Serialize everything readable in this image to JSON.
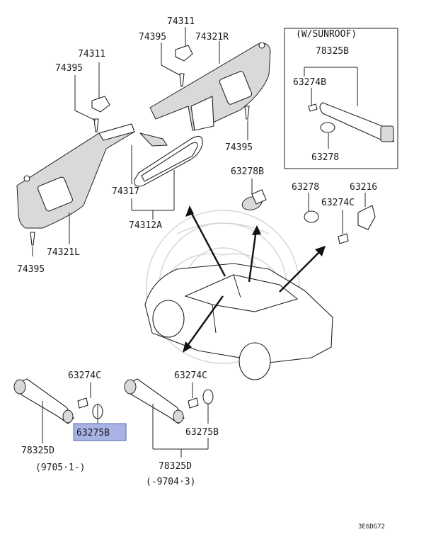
{
  "diagram": {
    "sunroof_box": {
      "label": "(W/SUNROOF)",
      "items": [
        "78325B",
        "63274B",
        "63278"
      ]
    },
    "labels": {
      "p74311_left": "74311",
      "p74395_left": "74395",
      "p74311_right": "74311",
      "p74395_right_top": "74395",
      "p74321R": "74321R",
      "p74395_right": "74395",
      "p74317": "74317",
      "p74312A": "74312A",
      "p74321L": "74321L",
      "p74395_bottom": "74395",
      "p63278B": "63278B",
      "p63278": "63278",
      "p63216": "63216",
      "p63274C_right": "63274C",
      "p63274C_a": "63274C",
      "p63275B_a": "63275B",
      "p78325D_a": "78325D",
      "p9705": "(9705·1-)",
      "p63274C_b": "63274C",
      "p63275B_b": "63275B",
      "p78325D_b": "78325D",
      "p9704": "(-9704·3)"
    },
    "highlight_color": "#a7b3e3",
    "diagram_code": "3E6DG72"
  }
}
